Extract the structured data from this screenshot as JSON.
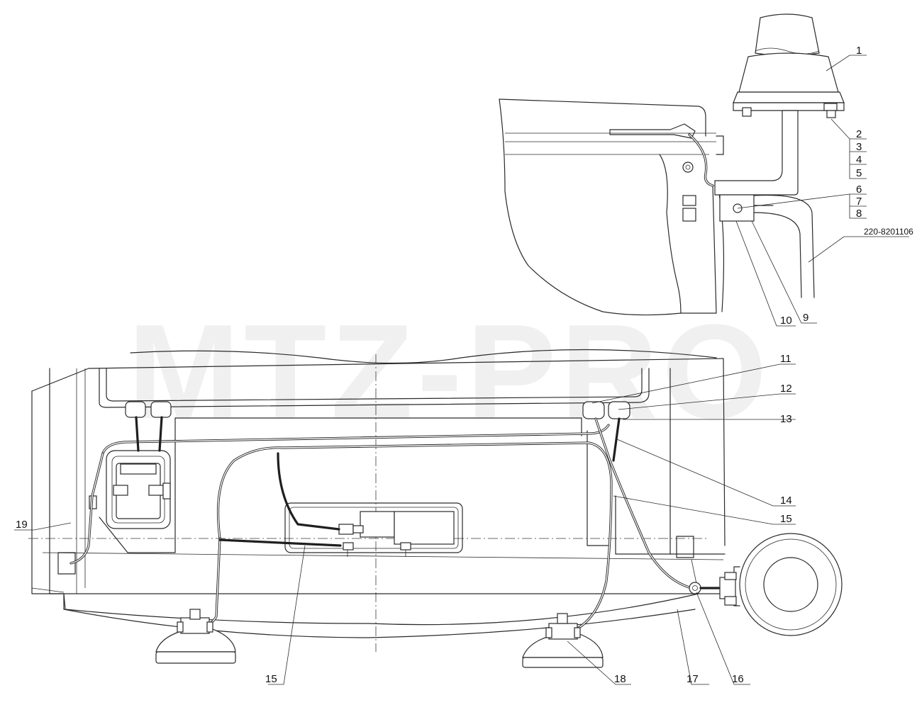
{
  "watermark": "MTZ-PRO",
  "callouts": {
    "c1": "1",
    "c2": "2",
    "c3": "3",
    "c4": "4",
    "c5": "5",
    "c6": "6",
    "c7": "7",
    "c8": "8",
    "c9": "9",
    "c10": "10",
    "c11": "11",
    "c12": "12",
    "c13": "13",
    "c14": "14",
    "c15a": "15",
    "c15b": "15",
    "c16": "16",
    "c17": "17",
    "c18": "18",
    "c19": "19",
    "part_ref": "220-8201106"
  },
  "icons": {
    "beacon": "beacon-lamp-icon",
    "horn": "horn-icon",
    "work_light_left": "work-light-icon",
    "work_light_right": "work-light-icon"
  }
}
